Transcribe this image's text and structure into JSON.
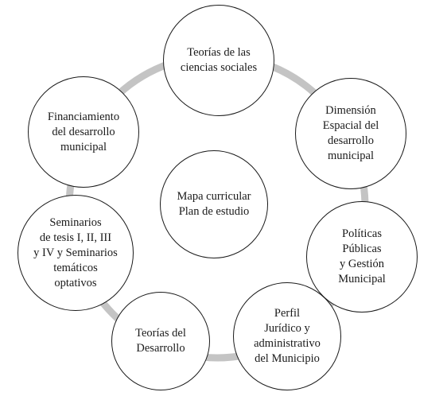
{
  "diagram": {
    "ring_color": "#c4c4c4",
    "node_border_color": "#1a1a1a",
    "center": {
      "label": "Mapa curricular\nPlan de estudio"
    },
    "nodes": [
      {
        "id": "teorias-ciencias-sociales",
        "label": "Teorías de las\nciencias sociales"
      },
      {
        "id": "dimension-espacial",
        "label": "Dimensión\nEspacial del\ndesarrollo\nmunicipal"
      },
      {
        "id": "politicas-publicas",
        "label": "Políticas\nPúblicas\ny Gestión\nMunicipal"
      },
      {
        "id": "perfil-juridico",
        "label": "Perfil\nJurídico y\nadministrativo\ndel Municipio"
      },
      {
        "id": "teorias-desarrollo",
        "label": "Teorías del\nDesarrollo"
      },
      {
        "id": "seminarios",
        "label": "Seminarios\nde tesis I, II, III\ny IV y Seminarios\ntemáticos\noptativos"
      },
      {
        "id": "financiamiento",
        "label": "Financiamiento\ndel desarrollo\nmunicipal"
      }
    ]
  }
}
